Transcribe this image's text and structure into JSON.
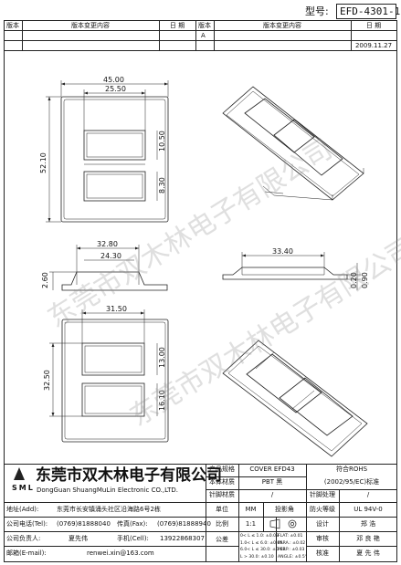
{
  "header": {
    "model_label": "型号:",
    "model_value": "EFD-4301-1"
  },
  "revision_table": {
    "col_version": "版本",
    "col_content": "版本变更内容",
    "col_date": "日 期",
    "rows": [
      {
        "version": "A",
        "content": "",
        "date": "2009.11.27"
      }
    ]
  },
  "dims": {
    "w45": "45.00",
    "w25": "25.50",
    "h52": "52.10",
    "h10": "10.50",
    "h8": "8.30",
    "w32": "32.80",
    "w24": "24.30",
    "h2": "2.60",
    "w33": "33.40",
    "t020": "0.20",
    "t090": "0.90",
    "w31": "31.50",
    "h32": "32.50",
    "h13": "13.00",
    "h16": "16.10"
  },
  "watermark": "东莞市双木林电子有限公司",
  "company": {
    "name_cn": "东莞市双木林电子有限公司",
    "logo_text": "SML",
    "name_en": "DongGuan ShuangMuLin Electronic CO.,LTD."
  },
  "product": {
    "label_name": "产品规格",
    "name": "COVER  EFD43",
    "compliance": "符合ROHS",
    "compliance2": "(2002/95/EC)标准",
    "label_material": "本体材质",
    "material": "PBT 黑",
    "label_pin_material": "针脚材质",
    "pin_material": "/",
    "label_pin_treat": "针脚处理",
    "pin_treat": "/",
    "label_unit": "单位",
    "unit": "MM",
    "label_projection": "投影角",
    "label_fire": "防火等级",
    "fire": "UL 94V-0",
    "label_scale": "比例",
    "scale": "1:1",
    "label_design": "设计",
    "design": "郑 浩",
    "label_tolerance": "公差",
    "tol_left": [
      "0< L ≤ 1.0: ±0.03",
      "1.0< L ≤ 6.0: ±0.05",
      "6.0< L ≤ 30.0: ±0.08",
      "L > 30.0: ±0.10"
    ],
    "tol_right": [
      "FLAT: ±0.01",
      "PARA.: ±0.02",
      "PERP.: ±0.03",
      "ANGLE: ±0.5°"
    ],
    "label_check": "审核",
    "check": "邓 良 艳",
    "label_approve": "核准",
    "approve": "夏 先 伟"
  },
  "contact": {
    "label_address": "地址(Add):",
    "address": "东莞市长安镇涌头社区沿海路6号2栋",
    "label_tel": "公司电话(Tel):",
    "tel": "(0769)81888040",
    "label_fax": "传真(Fax):",
    "fax": "(0769)81888940",
    "label_owner": "公司负责人:",
    "owner": "夏先伟",
    "label_mobile": "手机(Cell):",
    "mobile": "13922868307",
    "label_email": "邮箱(E-mail):",
    "email": "renwei.xin@163.com"
  }
}
